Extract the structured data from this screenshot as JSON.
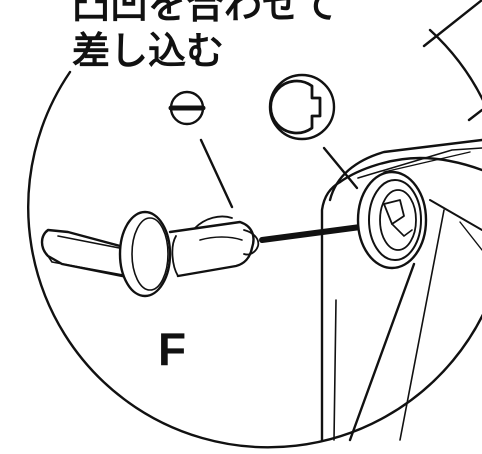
{
  "instruction": {
    "line1": "凸凹を合わせて",
    "line2": "差し込む"
  },
  "part_label": "F",
  "colors": {
    "ink": "#111111",
    "paper": "#ffffff"
  },
  "icons": {
    "key_shape": "keyed-d-shape-icon",
    "slot_shape": "keyed-slot-shape-icon",
    "arrow": "insertion-arrow-icon"
  }
}
